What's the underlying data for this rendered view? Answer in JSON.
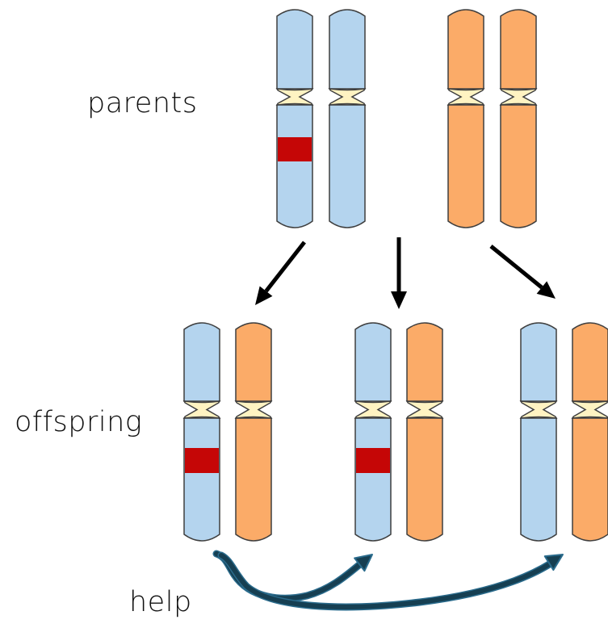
{
  "labels": {
    "parents": "parents",
    "offspring": "offspring",
    "help": "help"
  },
  "colors": {
    "parent_a": "#b4d4ee",
    "parent_b": "#fbab68",
    "centromere": "#fff3c2",
    "marker": "#c50606",
    "outline": "#3f3f3f",
    "arrow": "#000000",
    "help_arrow_fill": "#163f52",
    "help_arrow_stroke": "#2a6b8c"
  },
  "groups": [
    {
      "name": "parent-a",
      "chromosomes": [
        "A",
        "A"
      ],
      "marker_on": 0
    },
    {
      "name": "parent-b",
      "chromosomes": [
        "B",
        "B"
      ],
      "marker_on": null
    },
    {
      "name": "offspring-1",
      "chromosomes": [
        "A",
        "B"
      ],
      "marker_on": 0
    },
    {
      "name": "offspring-2",
      "chromosomes": [
        "A",
        "B"
      ],
      "marker_on": 0
    },
    {
      "name": "offspring-3",
      "chromosomes": [
        "A",
        "B"
      ],
      "marker_on": null
    }
  ]
}
